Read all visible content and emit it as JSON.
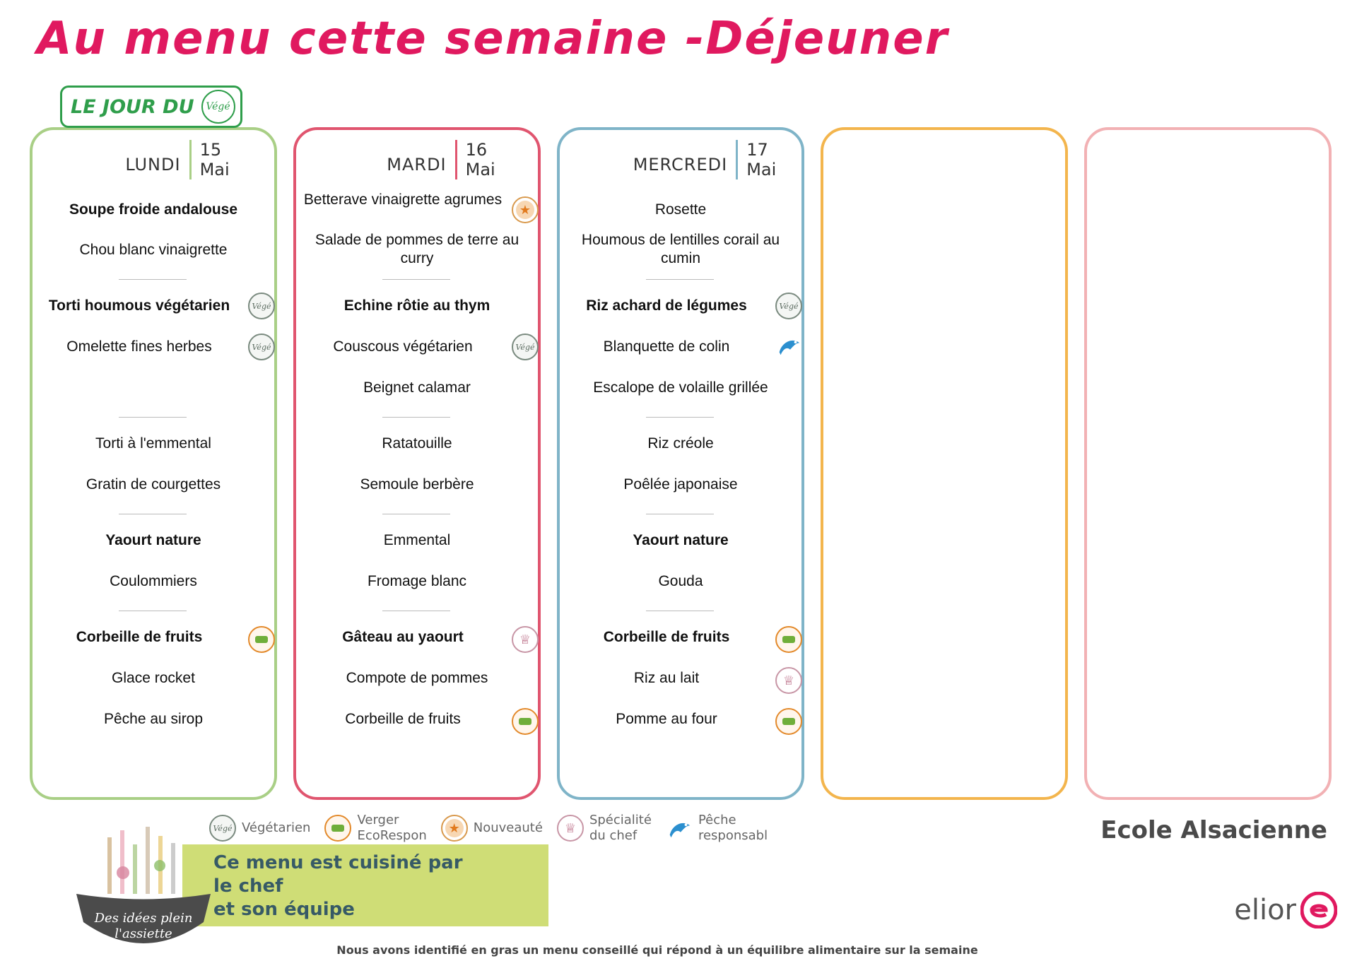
{
  "title": "Au menu cette semaine -Déjeuner",
  "badge": {
    "text": "LE JOUR DU",
    "icon_text": "Végé"
  },
  "days": [
    {
      "day": "LUNDI",
      "date_num": "15",
      "date_month": "Mai",
      "color": "#a9cf86"
    },
    {
      "day": "MARDI",
      "date_num": "16",
      "date_month": "Mai",
      "color": "#e0556f"
    },
    {
      "day": "MERCREDI",
      "date_num": "17",
      "date_month": "Mai",
      "color": "#7fb4c8"
    },
    {
      "day": "",
      "date_num": "",
      "date_month": "",
      "color": "#f3b54d"
    },
    {
      "day": "",
      "date_num": "",
      "date_month": "",
      "color": "#f2b1b4"
    }
  ],
  "menu": {
    "lundi": {
      "entrees": [
        "Soupe froide andalouse",
        "Chou blanc vinaigrette"
      ],
      "plats": [
        "Torti houmous végétarien",
        "Omelette fines herbes"
      ],
      "garnitures": [
        "Torti à l'emmental",
        "Gratin de courgettes"
      ],
      "laitages": [
        "Yaourt nature",
        "Coulommiers"
      ],
      "desserts": [
        "Corbeille de fruits",
        "Glace rocket",
        "Pêche au sirop"
      ]
    },
    "mardi": {
      "entrees": [
        "Betterave vinaigrette agrumes",
        "Salade de pommes de terre au curry"
      ],
      "plats": [
        "Echine rôtie au thym",
        "Couscous végétarien",
        "Beignet calamar"
      ],
      "garnitures": [
        "Ratatouille",
        "Semoule berbère"
      ],
      "laitages": [
        "Emmental",
        "Fromage blanc"
      ],
      "desserts": [
        "Gâteau au yaourt",
        "Compote de pommes",
        "Corbeille de fruits"
      ]
    },
    "mercredi": {
      "entrees": [
        "Rosette",
        "Houmous de lentilles corail au cumin"
      ],
      "plats": [
        "Riz achard de légumes",
        "Blanquette de colin",
        "Escalope de volaille grillée"
      ],
      "garnitures": [
        "Riz créole",
        "Poêlée japonaise"
      ],
      "laitages": [
        "Yaourt nature",
        "Gouda"
      ],
      "desserts": [
        "Corbeille de fruits",
        "Riz au lait",
        "Pomme au four"
      ]
    }
  },
  "legend": {
    "vegetarien": "Végétarien",
    "verger_1": "Verger",
    "verger_2": "EcoRespon",
    "nouveaute": "Nouveauté",
    "specialite_1": "Spécialité",
    "specialite_2": "du chef",
    "peche_1": "Pêche",
    "peche_2": "responsabl",
    "veg_icon_text": "Végé"
  },
  "school": "Ecole Alsacienne",
  "chef_box": {
    "line1": "Ce menu est cuisiné par",
    "line2": "le chef",
    "line3": "et son équipe"
  },
  "chef_logo_text": {
    "line1": "Des idées plein",
    "line2": "l'assiette"
  },
  "brand": "elior",
  "footer": "Nous avons identifié en gras un menu conseillé qui répond à un équilibre alimentaire sur la semaine"
}
